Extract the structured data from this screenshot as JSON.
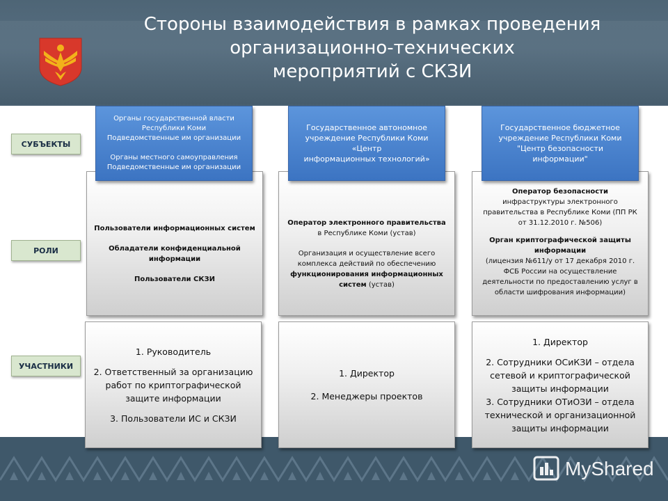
{
  "header": {
    "title_lines": [
      "Стороны взаимодействия в рамках проведения",
      "организационно-технических",
      "мероприятий с СКЗИ"
    ]
  },
  "row_labels": {
    "subjects": "СУБЪЕКТЫ",
    "roles": "РОЛИ",
    "participants": "УЧАСТНИКИ"
  },
  "subjects": {
    "col1": {
      "line1": "Органы государственной власти",
      "line2": "Республики Коми",
      "line3": "Подведомственные им организации",
      "line4": "Органы местного самоуправления",
      "line5": "Подведомственные им организации"
    },
    "col2": {
      "line1": "Государственное автономное",
      "line2": "учреждение Республики Коми",
      "line3": "«Центр",
      "line4": "информационных технологий»"
    },
    "col3": {
      "line1": "Государственное бюджетное",
      "line2": "учреждение Республики Коми",
      "line3": "\"Центр безопасности",
      "line4": "информации\""
    }
  },
  "roles": {
    "col1": {
      "users_is": "Пользователи информационных систем",
      "owners_conf_1": "Обладатели конфиденциальной",
      "owners_conf_2": "информации",
      "users_skzi": "Пользователи СКЗИ"
    },
    "col2": {
      "operator_1": "Оператор электронного правительства",
      "operator_2": "в Республике Коми (устав)",
      "org_1": "Организация и осуществление всего",
      "org_2": "комплекса действий по обеспечению",
      "org_3": "функционирования информационных",
      "org_4a": "систем",
      "org_4b": " (устав)"
    },
    "col3": {
      "op_title": "Оператор безопасности",
      "op_1": "инфраструктуры электронного",
      "op_2": "правительства в Республике Коми (ПП РК",
      "op_3": "от 31.12.2010 г. №506)",
      "crypto_1": "Орган криптографической защиты",
      "crypto_2": "информации",
      "lic_1": "(лицензия №611/у от 17 декабря 2010 г.",
      "lic_2": "ФСБ России на осуществление",
      "lic_3": "деятельности по предоставлению услуг в",
      "lic_4": "области шифрования информации)"
    }
  },
  "participants": {
    "col1": {
      "p1": "1. Руководитель",
      "p2a": "2. Ответственный за организацию",
      "p2b": "работ по криптографической",
      "p2c": "защите информации",
      "p3": "3. Пользователи ИС и СКЗИ"
    },
    "col2": {
      "p1": "1. Директор",
      "p2": "2. Менеджеры проектов"
    },
    "col3": {
      "p1": "1. Директор",
      "p2a": "2. Сотрудники ОСиКЗИ – отдела",
      "p2b": "сетевой и криптографической",
      "p2c": "защиты информации",
      "p3a": "3. Сотрудники ОТиОЗИ – отдела",
      "p3b": "технической и организационной",
      "p3c": "защиты информации"
    }
  },
  "footer": {
    "logo_text": "MyShared"
  },
  "colors": {
    "header_bg": "#566e80",
    "emblem_red": "#d8382b",
    "emblem_gold": "#f2b21a",
    "subject_blue": "#3c74c2",
    "label_green": "#d9e7cf"
  },
  "icons": {
    "emblem": "komi-republic-emblem",
    "logo": "myshared-logo-icon"
  }
}
